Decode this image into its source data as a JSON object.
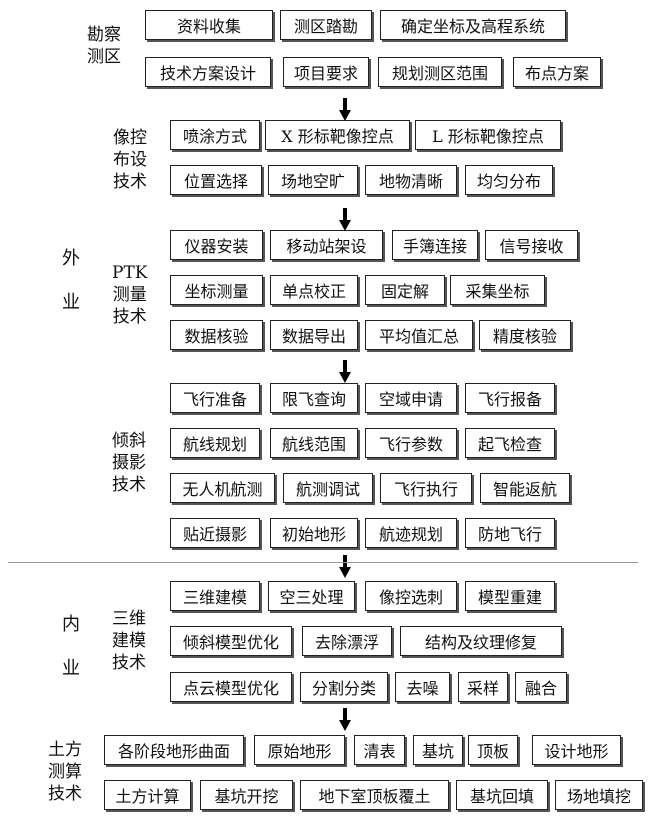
{
  "sections": [
    {
      "label": "勘察\n测区",
      "rows": [
        [
          "资料收集",
          "测区踏勘",
          "确定坐标及高程系统"
        ],
        [
          "技术方案设计",
          "项目要求",
          "规划测区范围",
          "布点方案"
        ]
      ]
    },
    {
      "label": "像控\n布设\n技术",
      "rows": [
        [
          "喷涂方式",
          "X 形标靶像控点",
          "L 形标靶像控点"
        ],
        [
          "位置选择",
          "场地空旷",
          "地物清晰",
          "均匀分布"
        ]
      ]
    },
    {
      "label": "PTK\n测量\n技术",
      "rows": [
        [
          "仪器安装",
          "移动站架设",
          "手簿连接",
          "信号接收"
        ],
        [
          "坐标测量",
          "单点校正",
          "固定解",
          "采集坐标"
        ],
        [
          "数据核验",
          "数据导出",
          "平均值汇总",
          "精度核验"
        ]
      ]
    },
    {
      "label": "倾斜\n摄影\n技术",
      "rows": [
        [
          "飞行准备",
          "限飞查询",
          "空域申请",
          "飞行报备"
        ],
        [
          "航线规划",
          "航线范围",
          "飞行参数",
          "起飞检查"
        ],
        [
          "无人机航测",
          "航测调试",
          "飞行执行",
          "智能返航"
        ],
        [
          "贴近摄影",
          "初始地形",
          "航迹规划",
          "防地飞行"
        ]
      ]
    },
    {
      "label": "三维\n建模\n技术",
      "rows": [
        [
          "三维建模",
          "空三处理",
          "像控选刺",
          "模型重建"
        ],
        [
          "倾斜模型优化",
          "去除漂浮",
          "结构及纹理修复"
        ],
        [
          "点云模型优化",
          "分割分类",
          "去噪",
          "采样",
          "融合"
        ]
      ]
    },
    {
      "label": "土方\n测算\n技术",
      "rows": [
        [
          "各阶段地形曲面",
          "原始地形",
          "清表",
          "基坑",
          "顶板",
          "设计地形"
        ],
        [
          "土方计算",
          "基坑开挖",
          "地下室顶板覆土",
          "基坑回填",
          "场地填挖"
        ]
      ]
    }
  ],
  "phases": [
    {
      "label": "外\n\n业"
    },
    {
      "label": "内\n\n业"
    }
  ]
}
